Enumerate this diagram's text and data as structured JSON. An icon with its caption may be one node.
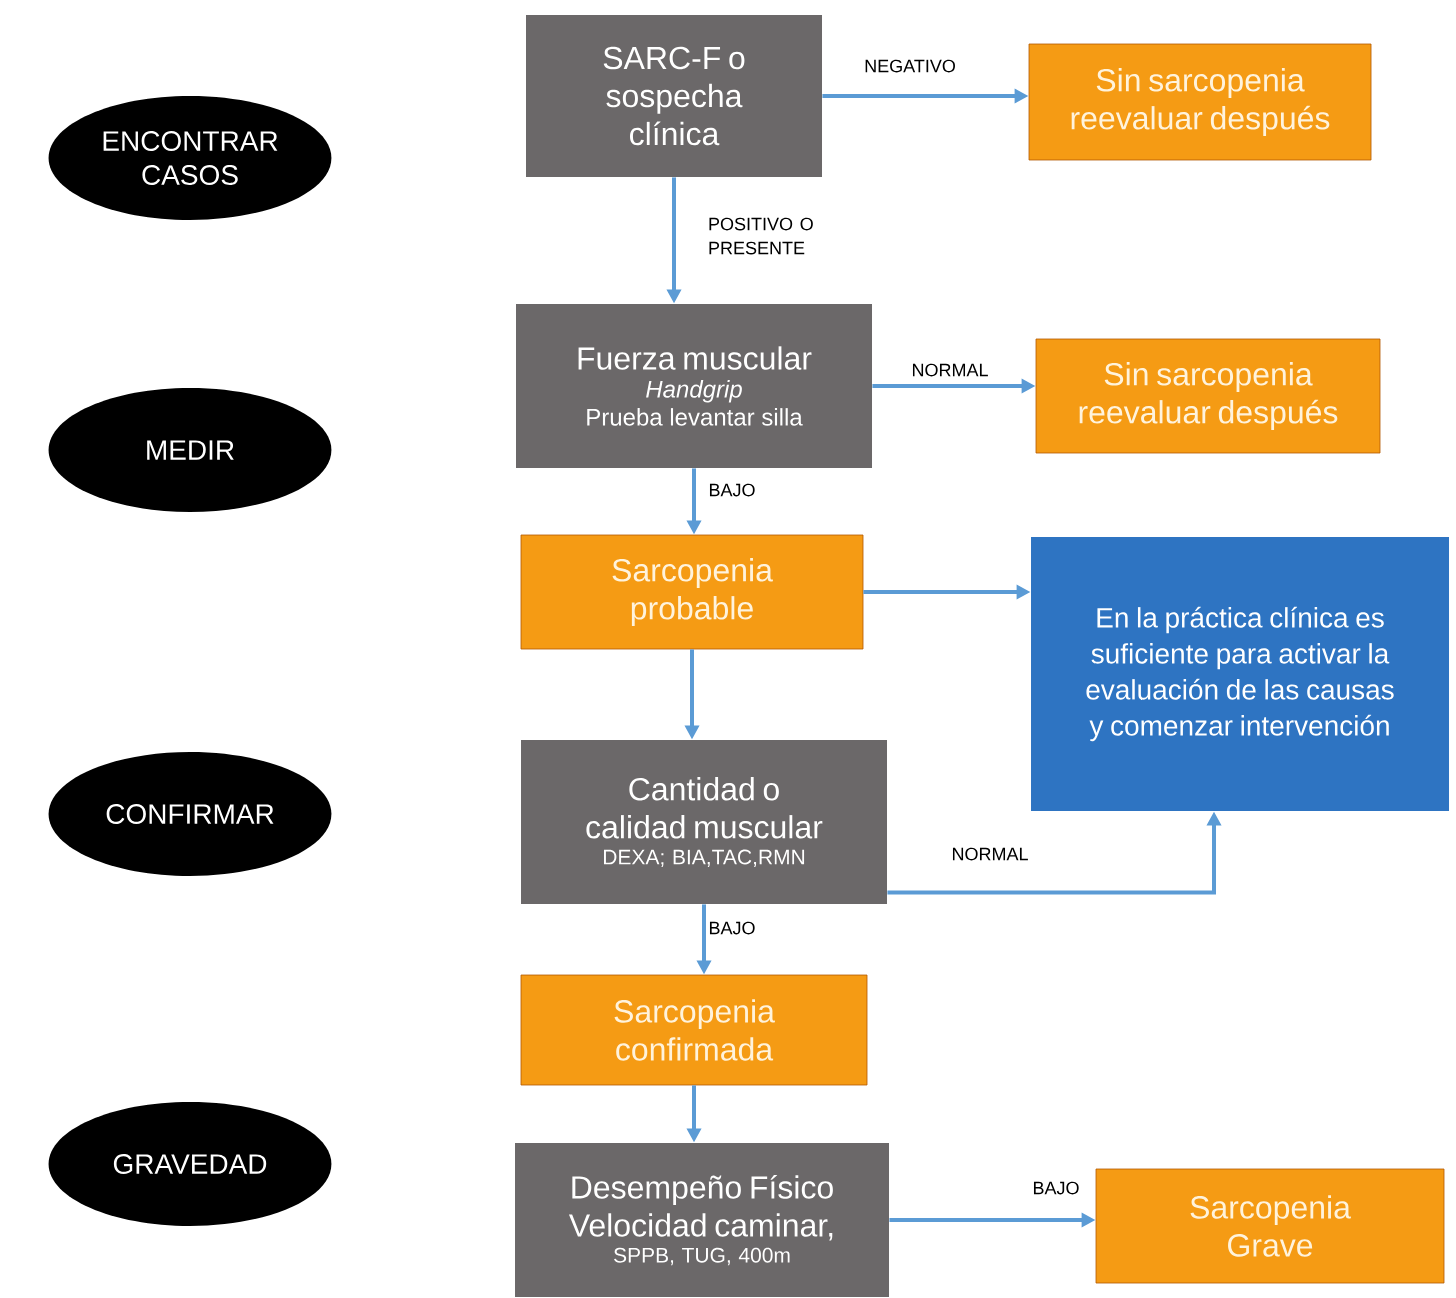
{
  "diagram": {
    "nodes": [
      {
        "text": [
          "ENCONTRAR CASOS"
        ]
      },
      {
        "text": [
          "SARC-F o sospecha clínica"
        ]
      },
      {
        "text": [
          "Sin sarcopenia reevaluar después"
        ]
      },
      {
        "text": [
          "MEDIR"
        ]
      },
      {
        "text": [
          "Fuerza muscular",
          "Handgrip",
          "Prueba levantar silla"
        ]
      },
      {
        "text": [
          "Sin sarcopenia reevaluar después"
        ]
      },
      {
        "text": [
          "Sarcopenia probable"
        ]
      },
      {
        "text": [
          "En la práctica clínica es suficiente para activar la evaluación de las causas y comenzar intervención"
        ]
      },
      {
        "text": [
          "CONFIRMAR"
        ]
      },
      {
        "text": [
          "Cantidad o calidad muscular",
          "DEXA; BIA,TAC,RMN"
        ]
      },
      {
        "text": [
          "Sarcopenia confirmada"
        ]
      },
      {
        "text": [
          "GRAVEDAD"
        ]
      },
      {
        "text": [
          "Desempeño Físico",
          "Velocidad caminar,",
          "SPPB, TUG, 400m"
        ]
      },
      {
        "text": [
          "Sarcopenia Grave"
        ]
      }
    ],
    "edges": [
      {
        "from": 1,
        "to": 2,
        "arrow": "to",
        "label": "NEGATIVO"
      },
      {
        "from": 1,
        "to": 4,
        "arrow": "to",
        "label": "POSITIVO O PRESENTE"
      },
      {
        "from": 4,
        "to": 5,
        "arrow": "to",
        "label": "NORMAL"
      },
      {
        "from": 4,
        "to": 6,
        "arrow": "to",
        "label": "BAJO"
      },
      {
        "from": 6,
        "to": 7,
        "arrow": "to"
      },
      {
        "from": 6,
        "to": 9,
        "arrow": "to"
      },
      {
        "from": 9,
        "to": 7,
        "arrow": "to",
        "label": "NORMAL"
      },
      {
        "from": 9,
        "to": 10,
        "arrow": "to",
        "label": "BAJO"
      },
      {
        "from": 10,
        "to": 12,
        "arrow": "to"
      },
      {
        "from": 12,
        "to": 13,
        "arrow": "to",
        "label": "BAJO"
      }
    ]
  }
}
